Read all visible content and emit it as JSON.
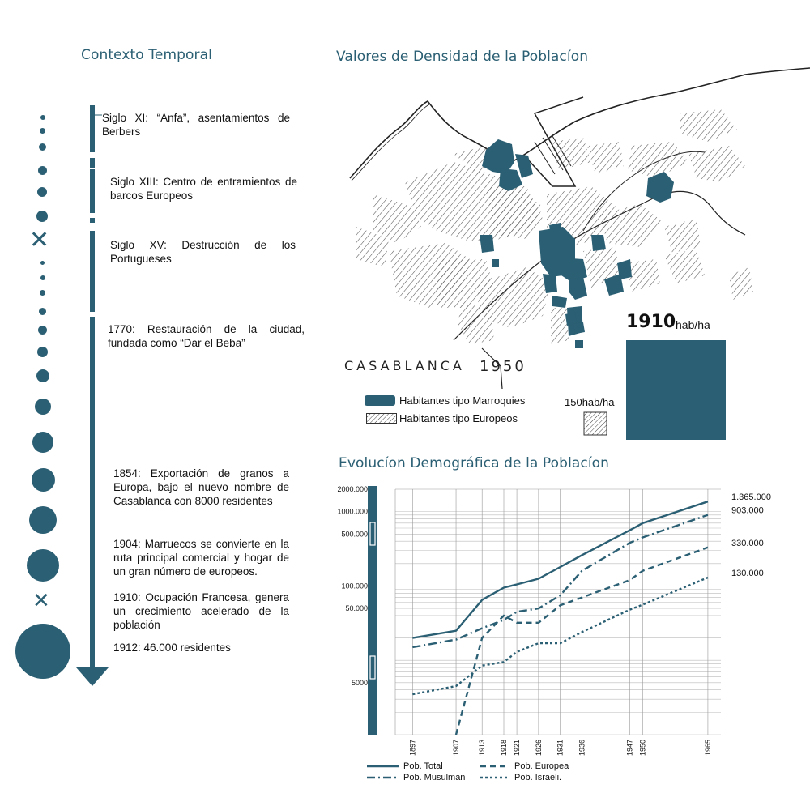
{
  "headings": {
    "context": "Contexto Temporal",
    "density": "Valores de Densidad de la Poblacíon",
    "evolution": "Evolucíon Demográfica de la Poblacíon"
  },
  "timeline": [
    {
      "text": "Siglo XI: “Anfa”, asentamientos de Berbers"
    },
    {
      "text": "Siglo XIII: Centro de entramientos de barcos Europeos"
    },
    {
      "text": "Siglo XV: Destrucción de los Portugueses"
    },
    {
      "text": "1770: Restauración de la ciudad, fundada como “Dar el Beba”"
    },
    {
      "text": "1854: Exportación de granos a Europa, bajo el nuevo nombre de Casablanca con 8000 residentes"
    },
    {
      "text": "1904: Marruecos se convierte en la ruta principal comercial y hogar de un gran número de europeos."
    },
    {
      "text": "1910: Ocupación Francesa, genera un crecimiento acelerado de la población"
    },
    {
      "text": "1912: 46.000  residentes"
    }
  ],
  "map": {
    "caption_city": "CASABLANCA",
    "caption_year": "1950",
    "legend_marroquies": "Habitantes tipo Marroquies",
    "legend_europeos": "Habitantes tipo Europeos",
    "density_high_value": "1910",
    "density_high_unit": "hab/ha",
    "density_low": "150hab/ha",
    "color_marroquies": "#2b5f73"
  },
  "chart_data": {
    "type": "line",
    "title": "Evolucíon Demográfica de la Poblacíon",
    "y_scale": "log",
    "ylim": [
      1000,
      2000000
    ],
    "y_ticks": [
      "2000.000",
      "1000.000",
      "500.000",
      "100.000",
      "50.000",
      "5000"
    ],
    "x": [
      1897,
      1907,
      1913,
      1918,
      1921,
      1926,
      1931,
      1936,
      1947,
      1950,
      1965
    ],
    "x_labels": [
      "1897",
      "1907",
      "1913",
      "1918",
      "1921",
      "1926",
      "1931",
      "1936",
      "1947",
      "1950",
      "1965"
    ],
    "series": [
      {
        "name": "Pob. Total",
        "style": "solid",
        "x": [
          1897,
          1907,
          1913,
          1918,
          1921,
          1926,
          1931,
          1936,
          1947,
          1950,
          1965
        ],
        "values": [
          20000,
          25000,
          65000,
          95000,
          105000,
          125000,
          180000,
          260000,
          560000,
          700000,
          1365000
        ]
      },
      {
        "name": "Pob. Musulman",
        "style": "dashdot",
        "x": [
          1897,
          1907,
          1913,
          1918,
          1921,
          1926,
          1931,
          1936,
          1947,
          1950,
          1965
        ],
        "values": [
          15000,
          19000,
          27000,
          35000,
          45000,
          50000,
          75000,
          160000,
          380000,
          450000,
          903000
        ]
      },
      {
        "name": "Pob. Europea",
        "style": "dashed",
        "x": [
          1907,
          1913,
          1918,
          1921,
          1926,
          1931,
          1936,
          1947,
          1950,
          1965
        ],
        "values": [
          1000,
          20000,
          40000,
          32000,
          32000,
          55000,
          70000,
          120000,
          160000,
          330000
        ]
      },
      {
        "name": "Pob. Israeli.",
        "style": "dotted",
        "x": [
          1897,
          1907,
          1913,
          1918,
          1921,
          1926,
          1931,
          1936,
          1947,
          1950,
          1965
        ],
        "values": [
          3500,
          4500,
          8500,
          9500,
          13000,
          17000,
          17000,
          24000,
          48000,
          56000,
          130000
        ]
      }
    ],
    "end_labels": [
      "1.365.000",
      "903.000",
      "330.000",
      "130.000"
    ],
    "color": "#2b5f73"
  }
}
